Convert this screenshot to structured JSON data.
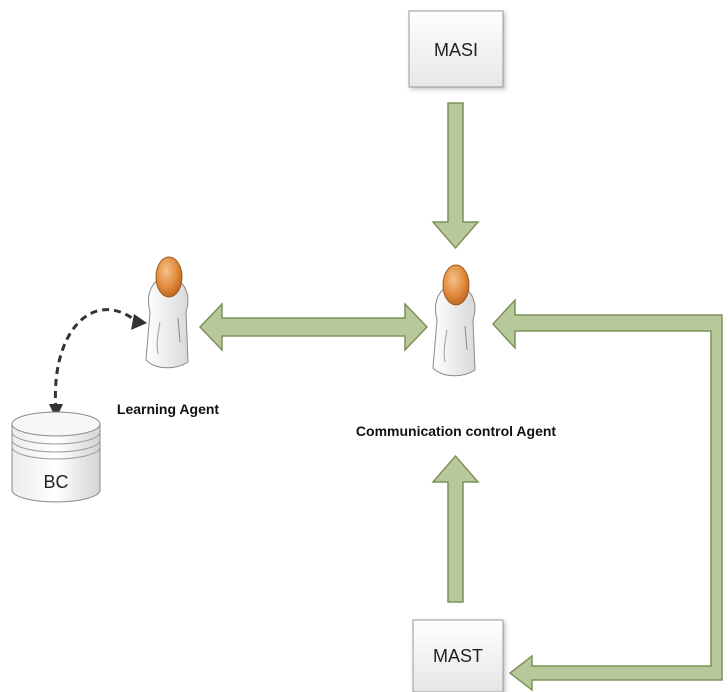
{
  "nodes": {
    "masi": {
      "label": "MASI"
    },
    "mast": {
      "label": "MAST"
    },
    "bc": {
      "label": "BC"
    },
    "learning_agent": {
      "label": "Learning Agent"
    },
    "communication_agent": {
      "label": "Communication control Agent"
    }
  },
  "colors": {
    "arrow_fill": "#b7c99a",
    "arrow_stroke": "#7f9158",
    "agent_head": "#e08a3c",
    "box_border": "#9a9a9a"
  },
  "icons": [
    "person-agent-icon",
    "database-cylinder-icon"
  ]
}
